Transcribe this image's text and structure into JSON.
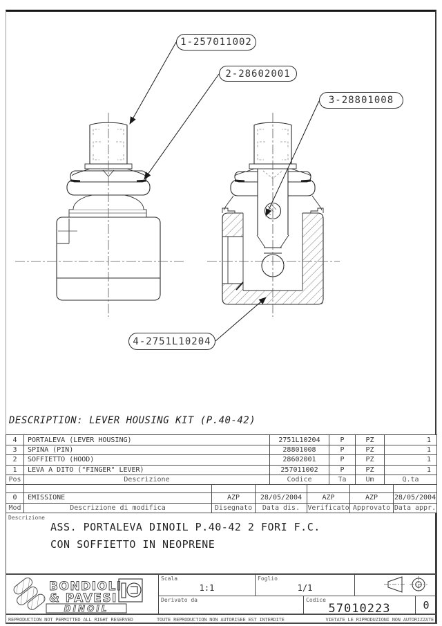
{
  "callouts": [
    {
      "label": "1-257011002"
    },
    {
      "label": "2-28602001"
    },
    {
      "label": "3-28801008"
    },
    {
      "label": "4-2751L10204"
    }
  ],
  "description_title": "DESCRIPTION: LEVER HOUSING KIT (P.40-42)",
  "parts_table": {
    "headers": {
      "pos": "Pos",
      "descrizione": "Descrizione",
      "codice": "Codice",
      "ta": "Ta",
      "um": "Um",
      "qta": "Q.ta"
    },
    "rows": [
      {
        "pos": "4",
        "descrizione": "PORTALEVA (LEVER HOUSING)",
        "codice": "2751L10204",
        "ta": "P",
        "um": "PZ",
        "qta": "1"
      },
      {
        "pos": "3",
        "descrizione": "SPINA (PIN)",
        "codice": "28801008",
        "ta": "P",
        "um": "PZ",
        "qta": "1"
      },
      {
        "pos": "2",
        "descrizione": "SOFFIETTO (HOOD)",
        "codice": "28602001",
        "ta": "P",
        "um": "PZ",
        "qta": "1"
      },
      {
        "pos": "1",
        "descrizione": "LEVA A DITO (\"FINGER\" LEVER)",
        "codice": "257011002",
        "ta": "P",
        "um": "PZ",
        "qta": "1"
      }
    ]
  },
  "revision_table": {
    "headers": {
      "mod": "Mod",
      "descrizione": "Descrizione di modifica",
      "disegnato": "Disegnato",
      "data_dis": "Data dis.",
      "verificato": "Verificato",
      "approvato": "Approvato",
      "data_appr": "Data appr."
    },
    "rows": [
      {
        "mod": "0",
        "descrizione": "EMISSIONE",
        "disegnato": "AZP",
        "data_dis": "28/05/2004",
        "verificato": "AZP",
        "approvato": "AZP",
        "data_appr": "28/05/2004"
      }
    ]
  },
  "description_block": {
    "label": "Descrizione",
    "line1": "ASS. PORTALEVA DINOIL P.40-42 2 FORI F.C.",
    "line2": "CON SOFFIETTO IN NEOPRENE"
  },
  "title_block": {
    "brand_line1": "BONDIOLI",
    "brand_line2": "& PAVESI",
    "brand_name": "DINOIL",
    "scala_label": "Scala",
    "scala_value": "1:1",
    "foglio_label": "Foglio",
    "foglio_value": "1/1",
    "derivato_label": "Derivato da",
    "codice_label": "Codice",
    "codice_value": "57010223",
    "revisione": "0"
  },
  "footer": {
    "left": "REPRODUCTION NOT PERMITTED ALL RIGHT RESERVED",
    "center": "TOUTE REPRODUCTION NON AUTORISEE EST INTERDITE",
    "right": "VIETATE LE RIPRODUZIONI NON AUTORIZZATE"
  },
  "colors": {
    "line": "#2b2b2b",
    "border": "#4a4a4a",
    "background": "#ffffff"
  }
}
